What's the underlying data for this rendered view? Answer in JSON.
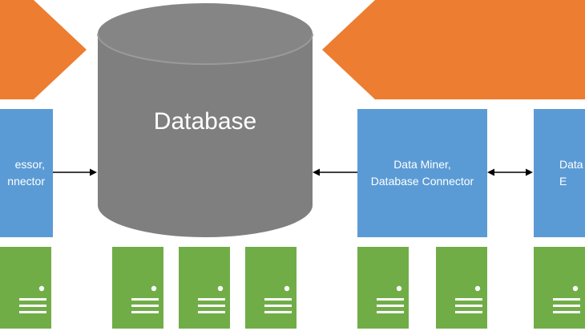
{
  "database": {
    "label": "Database"
  },
  "boxes": {
    "left_processor": "essor,\nnnector",
    "miner_connector": "Data Miner,\nDatabase Connector",
    "right_partial": "Data\nE"
  },
  "colors": {
    "arrow_orange": "#ED7D31",
    "box_blue": "#5B9BD5",
    "database_gray": "#7F7F7F",
    "database_top": "#8C8C8C",
    "server_green": "#70AD47"
  },
  "icons": {
    "server": "server-icon",
    "arrow": "arrow-icon",
    "database": "database-cylinder-icon"
  }
}
